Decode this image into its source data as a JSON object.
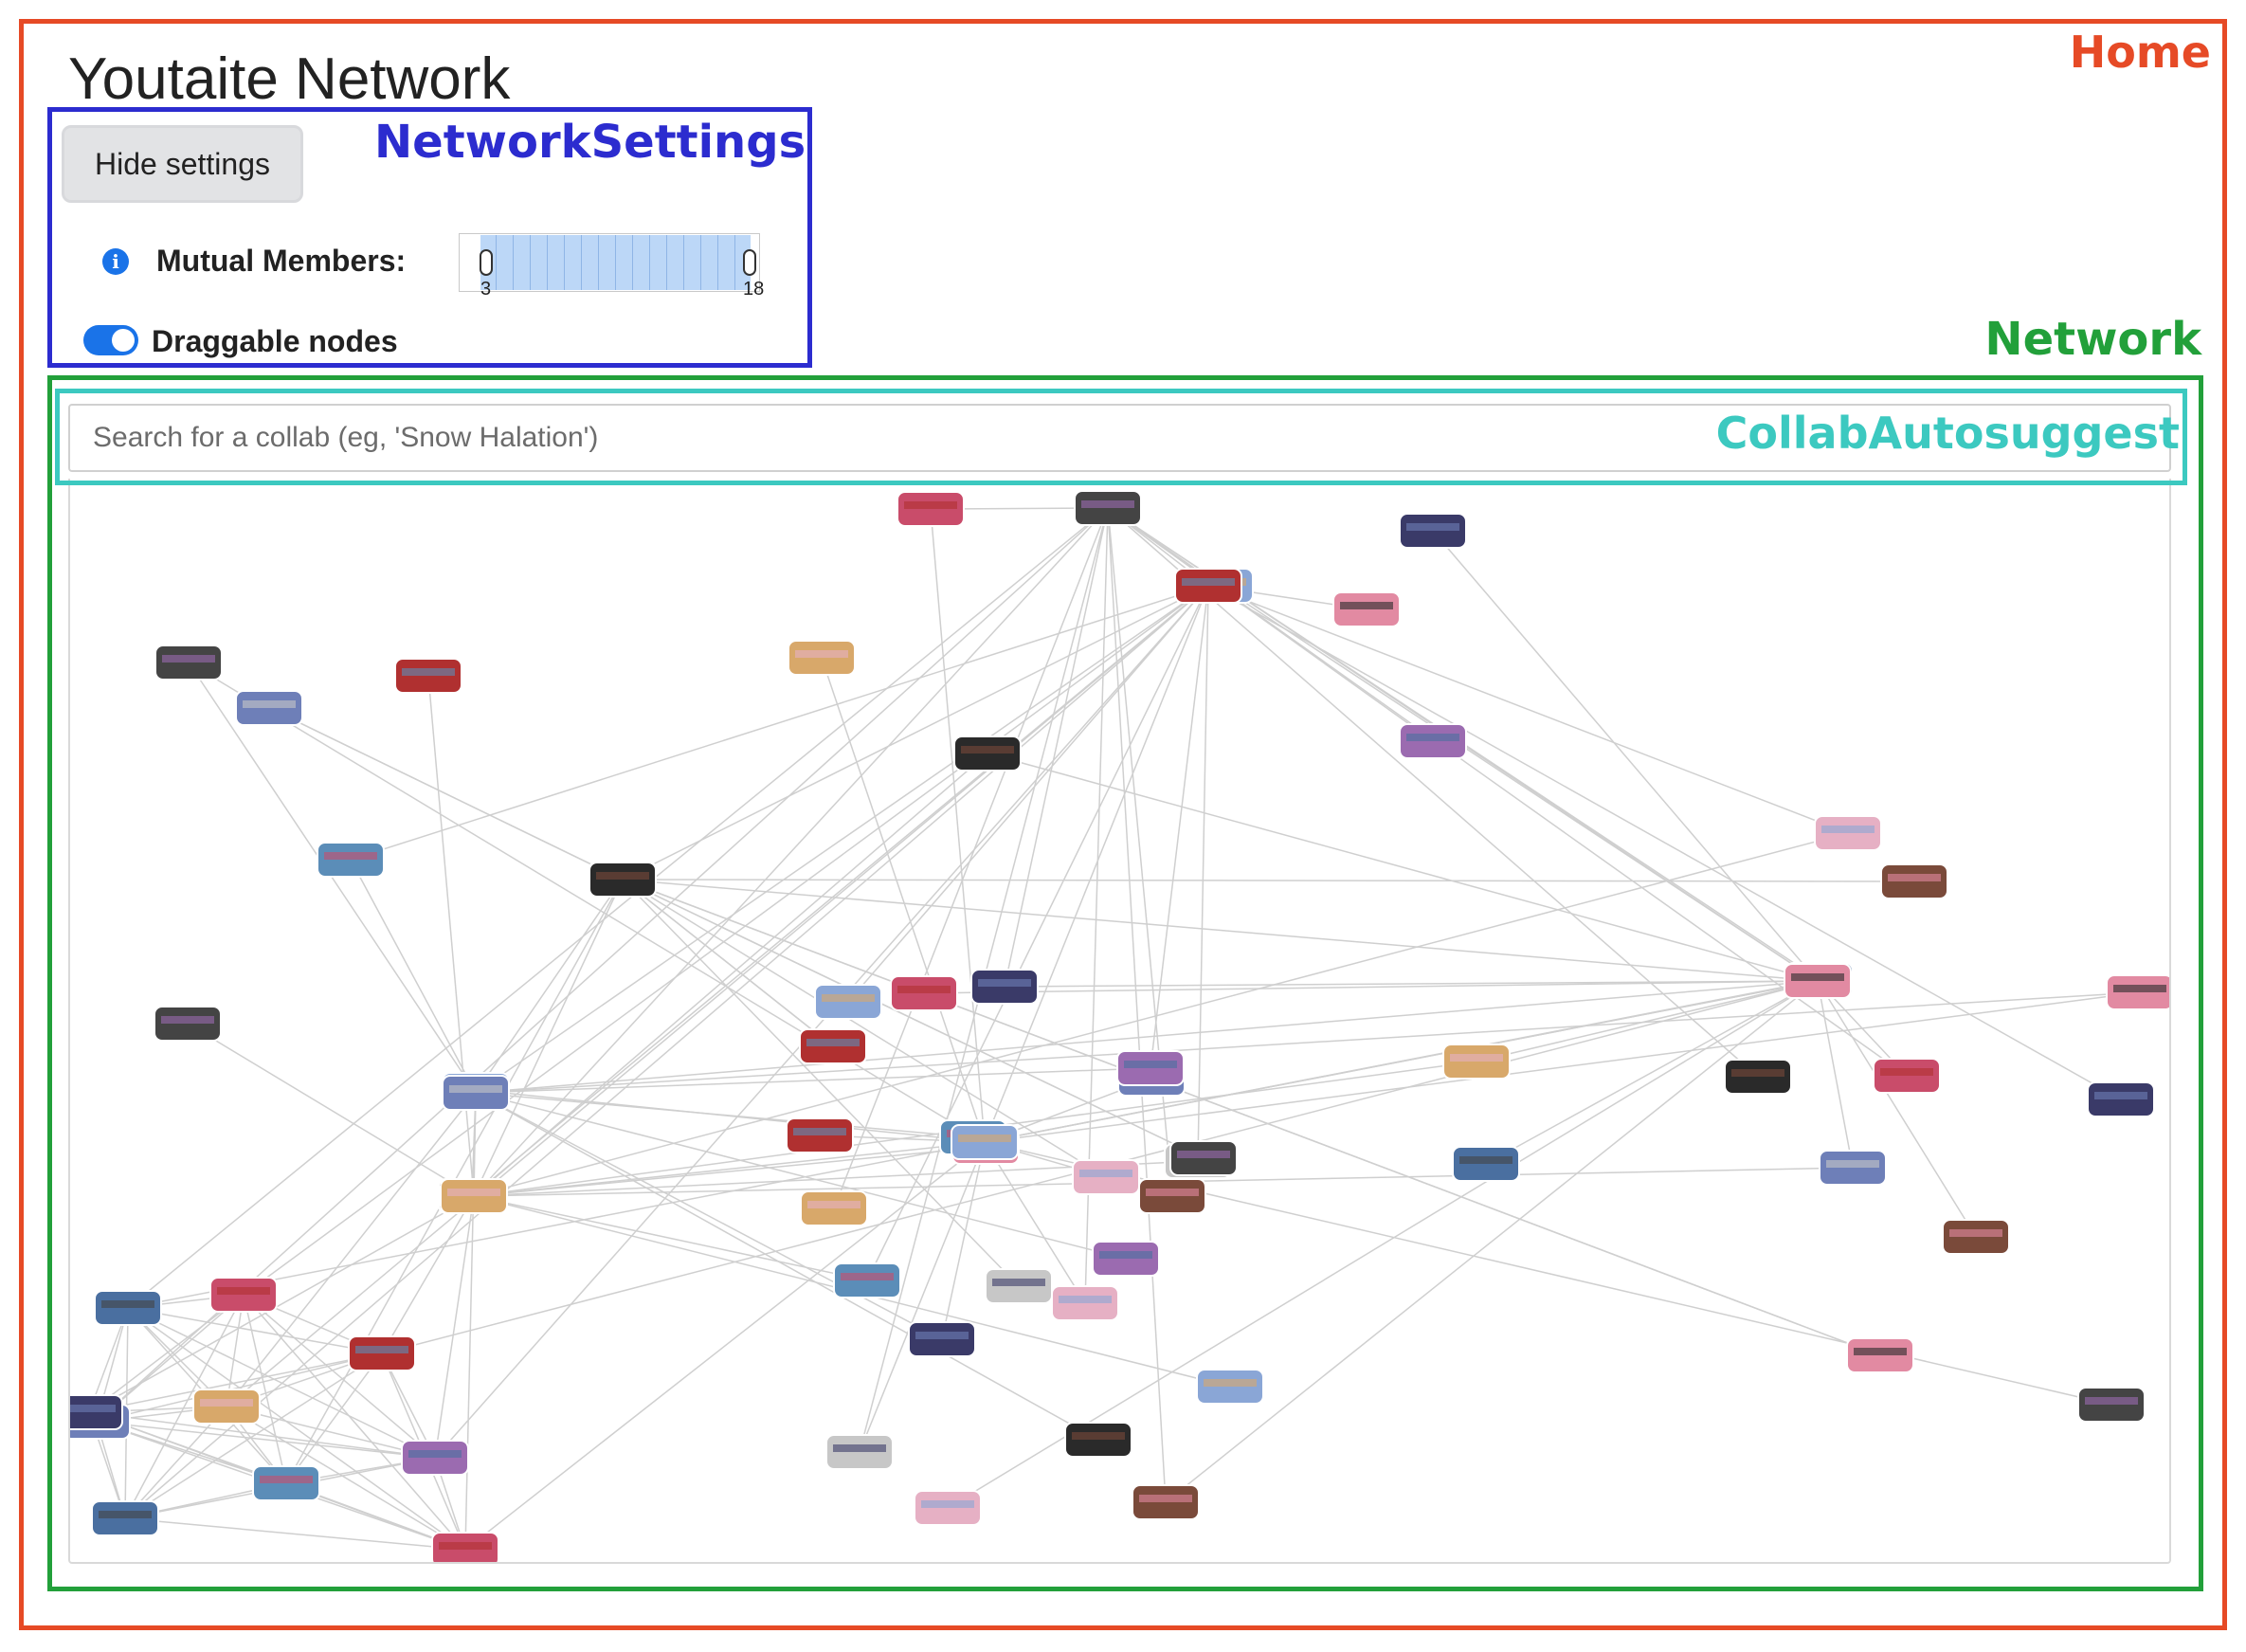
{
  "annotations": {
    "home": "Home",
    "network_settings": "NetworkSettings",
    "network": "Network",
    "collab_autosuggest": "CollabAutosuggest"
  },
  "header": {
    "title": "Youtaite Network"
  },
  "settings": {
    "hide_button_label": "Hide settings",
    "mutual_members_label": "Mutual Members:",
    "range_min_value": "3",
    "range_max_value": "18",
    "draggable_label": "Draggable nodes",
    "draggable_enabled": true
  },
  "search": {
    "placeholder": "Search for a collab (eg, 'Snow Halation')",
    "value": ""
  },
  "colors": {
    "home": "#e64a26",
    "network_settings": "#2c2ccf",
    "network": "#22a03a",
    "collab_autosuggest": "#3cc9c0",
    "accent": "#1a73e8"
  },
  "icons": {
    "info": "info-icon"
  }
}
